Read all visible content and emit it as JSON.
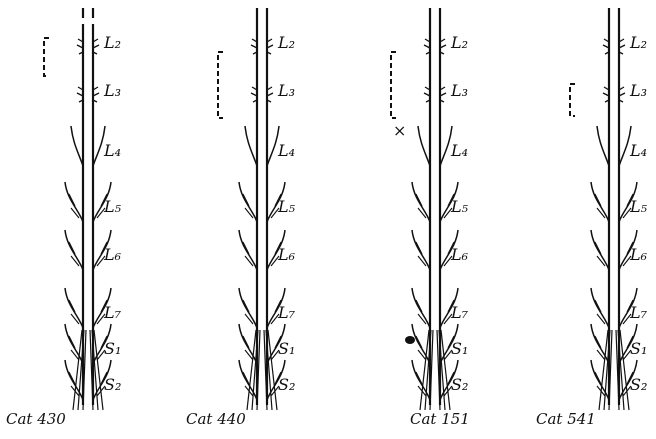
{
  "panels": [
    {
      "caption": "Cat 430",
      "levels": [
        "L₂",
        "L₃",
        "L₄",
        "L₅",
        "L₆",
        "L₇",
        "S₁",
        "S₂"
      ],
      "bracket_spans": [
        "L₂"
      ],
      "has_x_mark": false,
      "has_dot_mark": false
    },
    {
      "caption": "Cat 440",
      "levels": [
        "L₂",
        "L₃",
        "L₄",
        "L₅",
        "L₆",
        "L₇",
        "S₁",
        "S₂"
      ],
      "bracket_spans": [
        "L₂",
        "L₃"
      ],
      "has_x_mark": false,
      "has_dot_mark": false
    },
    {
      "caption": "Cat 151",
      "levels": [
        "L₂",
        "L₃",
        "L₄",
        "L₅",
        "L₆",
        "L₇",
        "S₁",
        "S₂"
      ],
      "bracket_spans": [
        "L₂",
        "L₃"
      ],
      "has_x_mark": true,
      "has_dot_mark": true,
      "x_mark": "×"
    },
    {
      "caption": "Cat 541",
      "levels": [
        "L₂",
        "L₃",
        "L₄",
        "L₅",
        "L₆",
        "L₇",
        "S₁",
        "S₂"
      ],
      "bracket_spans": [
        "L₃"
      ],
      "has_x_mark": false,
      "has_dot_mark": false
    }
  ]
}
